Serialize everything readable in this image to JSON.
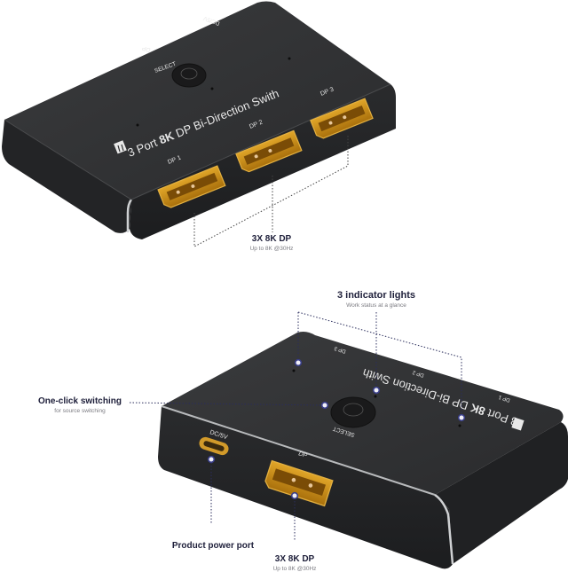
{
  "product": {
    "name": "3 Port 8K DP Bi-Direction Swith",
    "name_prefix": "3 Port ",
    "name_bold": "8K",
    "name_suffix": " DP Bi-Direction Swith",
    "colors": {
      "body": "#2b2c2e",
      "body_top": "#333436",
      "edge": "#c9cbcd",
      "port_gold": "#c98a12",
      "port_inner": "#7a4c06",
      "callout_text": "#1e1f3a",
      "callout_sub": "#7a7a80",
      "dot_line": "#2a2d5c",
      "marker_ring": "#3a3f8a"
    }
  },
  "top_device": {
    "top_labels": {
      "dp": "DP",
      "dc": "DC/5V",
      "select": "SELECT"
    },
    "ports": [
      {
        "label": "DP 1"
      },
      {
        "label": "DP 2"
      },
      {
        "label": "DP 3"
      }
    ],
    "callout": {
      "title": "3X 8K DP",
      "sub": "Up to 8K @30Hz"
    }
  },
  "bottom_device": {
    "top_labels": {
      "dp1": "DP 1",
      "dp2": "DP 2",
      "dp3": "DP 3",
      "select": "SELECT"
    },
    "front_labels": {
      "dc": "DC/5V",
      "dp": "DP"
    },
    "callouts": {
      "indicators": {
        "title": "3 indicator lights",
        "sub": "Work status at a glance"
      },
      "switching": {
        "title": "One-click switching",
        "sub": "for source switching"
      },
      "power": {
        "title": "Product power port"
      },
      "dp": {
        "title": "3X 8K DP",
        "sub": "Up to 8K @30Hz"
      }
    }
  }
}
